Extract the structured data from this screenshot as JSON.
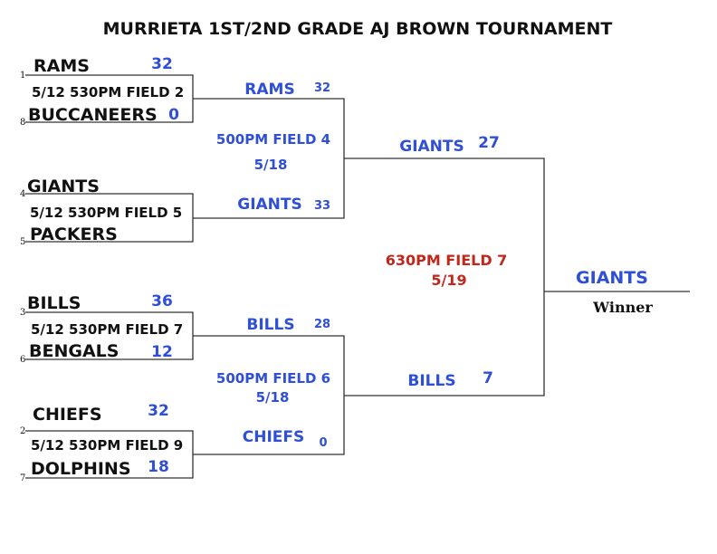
{
  "title": "MURRIETA 1ST/2ND GRADE AJ BROWN TOURNAMENT",
  "round1": [
    {
      "seed_top": "1",
      "team_top": "RAMS",
      "score_top": "32",
      "info": "5/12 530PM FIELD 2",
      "seed_bottom": "8",
      "team_bottom": "BUCCANEERS",
      "score_bottom": "0"
    },
    {
      "seed_top": "4",
      "team_top": "GIANTS",
      "score_top": "",
      "info": "5/12 530PM FIELD 5",
      "seed_bottom": "5",
      "team_bottom": "PACKERS",
      "score_bottom": ""
    },
    {
      "seed_top": "3",
      "team_top": "BILLS",
      "score_top": "36",
      "info": "5/12 530PM FIELD 7",
      "seed_bottom": "6",
      "team_bottom": "BENGALS",
      "score_bottom": "12"
    },
    {
      "seed_top": "2",
      "team_top": "CHIEFS",
      "score_top": "32",
      "info": "5/12 530PM FIELD 9",
      "seed_bottom": "7",
      "team_bottom": "DOLPHINS",
      "score_bottom": "18"
    }
  ],
  "round2": [
    {
      "team_top": "RAMS",
      "score_top": "32",
      "info_time": "500PM FIELD 4",
      "info_date": "5/18",
      "team_bottom": "GIANTS",
      "score_bottom": "33"
    },
    {
      "team_top": "BILLS",
      "score_top": "28",
      "info_time": "500PM FIELD 6",
      "info_date": "5/18",
      "team_bottom": "CHIEFS",
      "score_bottom": "0"
    }
  ],
  "final": {
    "team_top": "GIANTS",
    "score_top": "27",
    "team_bottom": "BILLS",
    "score_bottom": "7",
    "info_time": "630PM FIELD 7",
    "info_date": "5/19"
  },
  "champion": {
    "team": "GIANTS",
    "label": "Winner"
  },
  "colors": {
    "score_blue": "#2f4fd6",
    "final_red": "#c2271b",
    "text": "#111111"
  }
}
